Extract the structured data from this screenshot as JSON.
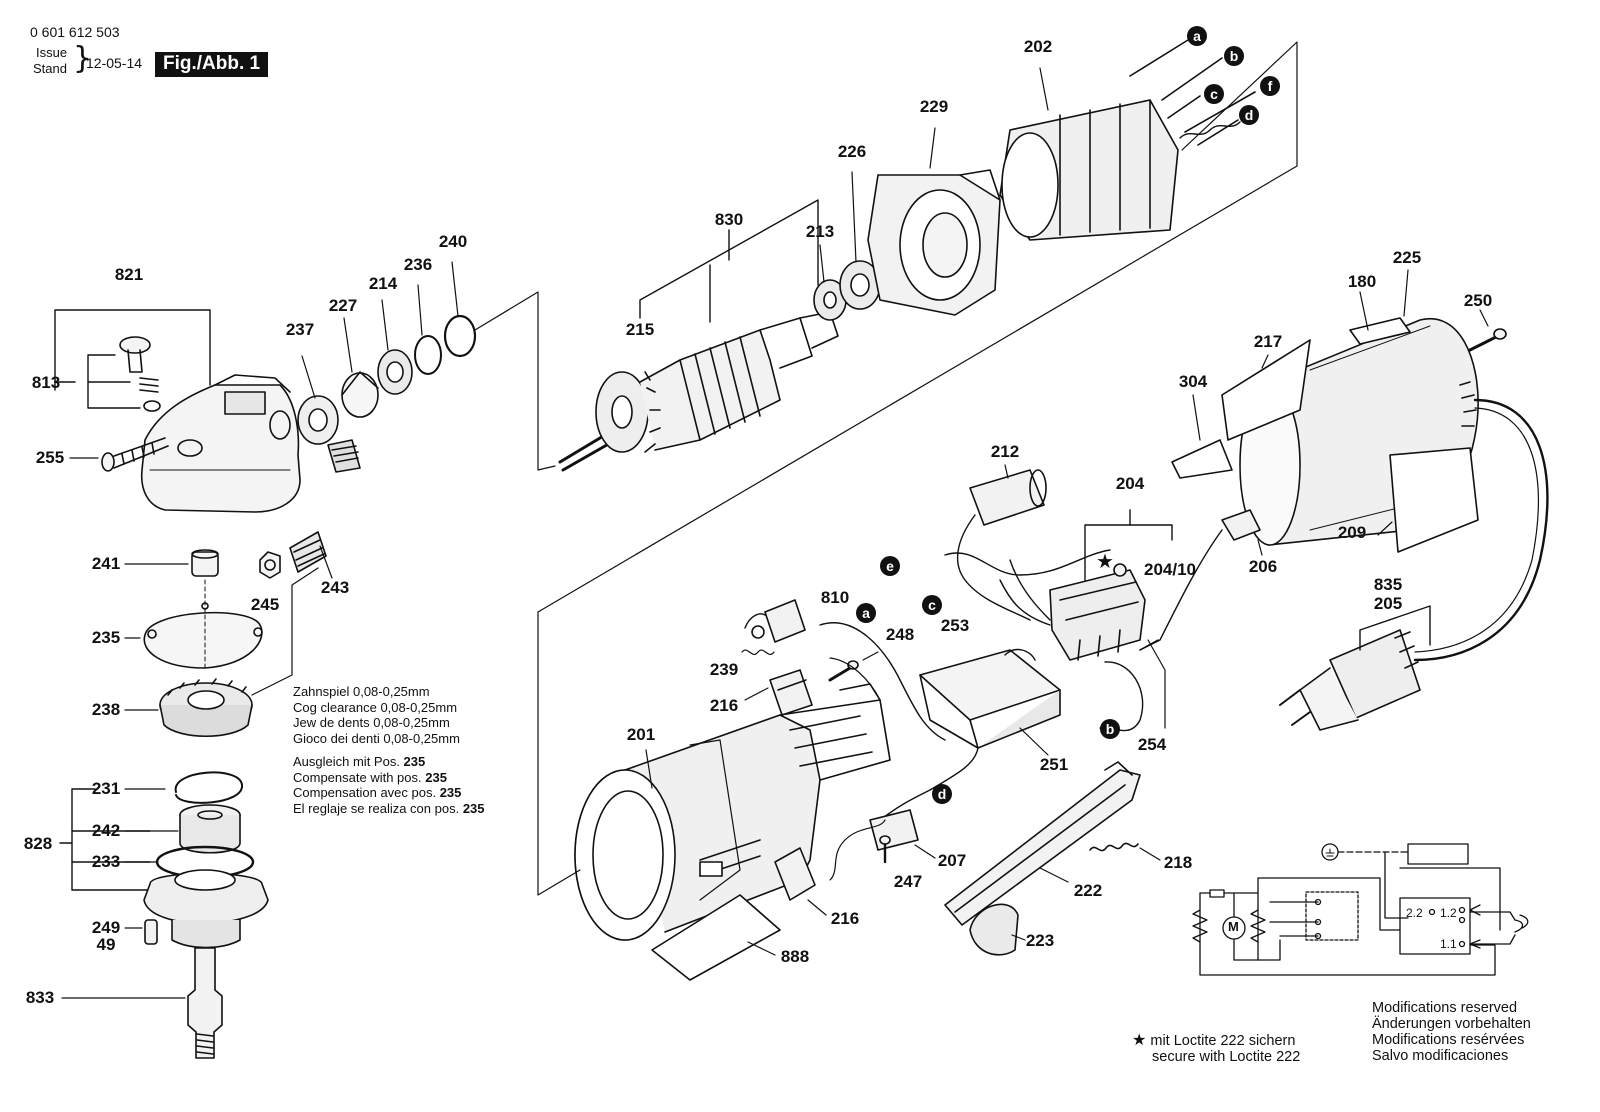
{
  "header": {
    "doc_number": "0 601 612 503",
    "issue_label_1": "Issue",
    "issue_label_2": "Stand",
    "issue_date": "12-05-14",
    "figure_label": "Fig./Abb. 1"
  },
  "parts": [
    {
      "id": "p821",
      "label": "821"
    },
    {
      "id": "p813",
      "label": "813"
    },
    {
      "id": "p255",
      "label": "255"
    },
    {
      "id": "p237",
      "label": "237"
    },
    {
      "id": "p227",
      "label": "227"
    },
    {
      "id": "p214",
      "label": "214"
    },
    {
      "id": "p236",
      "label": "236"
    },
    {
      "id": "p240",
      "label": "240"
    },
    {
      "id": "p241",
      "label": "241"
    },
    {
      "id": "p245",
      "label": "245"
    },
    {
      "id": "p243",
      "label": "243"
    },
    {
      "id": "p235",
      "label": "235"
    },
    {
      "id": "p238",
      "label": "238"
    },
    {
      "id": "p231",
      "label": "231"
    },
    {
      "id": "p242",
      "label": "242"
    },
    {
      "id": "p828",
      "label": "828"
    },
    {
      "id": "p233",
      "label": "233"
    },
    {
      "id": "p249",
      "label": "249"
    },
    {
      "id": "p49",
      "label": "49"
    },
    {
      "id": "p833",
      "label": "833"
    },
    {
      "id": "p830",
      "label": "830"
    },
    {
      "id": "p213",
      "label": "213"
    },
    {
      "id": "p215",
      "label": "215"
    },
    {
      "id": "p226",
      "label": "226"
    },
    {
      "id": "p229",
      "label": "229"
    },
    {
      "id": "p202",
      "label": "202"
    },
    {
      "id": "p225",
      "label": "225"
    },
    {
      "id": "p180",
      "label": "180"
    },
    {
      "id": "p250",
      "label": "250"
    },
    {
      "id": "p217",
      "label": "217"
    },
    {
      "id": "p304",
      "label": "304"
    },
    {
      "id": "p212",
      "label": "212"
    },
    {
      "id": "p204",
      "label": "204"
    },
    {
      "id": "p20410",
      "label": "204/10"
    },
    {
      "id": "p206",
      "label": "206"
    },
    {
      "id": "p209",
      "label": "209"
    },
    {
      "id": "p253",
      "label": "253"
    },
    {
      "id": "p810",
      "label": "810"
    },
    {
      "id": "p248",
      "label": "248"
    },
    {
      "id": "p239",
      "label": "239"
    },
    {
      "id": "p216a",
      "label": "216"
    },
    {
      "id": "p201",
      "label": "201"
    },
    {
      "id": "p251",
      "label": "251"
    },
    {
      "id": "p254",
      "label": "254"
    },
    {
      "id": "p835",
      "label": "835"
    },
    {
      "id": "p205",
      "label": "205"
    },
    {
      "id": "p207",
      "label": "207"
    },
    {
      "id": "p247",
      "label": "247"
    },
    {
      "id": "p218",
      "label": "218"
    },
    {
      "id": "p222",
      "label": "222"
    },
    {
      "id": "p216b",
      "label": "216"
    },
    {
      "id": "p223",
      "label": "223"
    },
    {
      "id": "p888",
      "label": "888"
    }
  ],
  "wire_letters": [
    {
      "id": "la1",
      "label": "a"
    },
    {
      "id": "lb1",
      "label": "b"
    },
    {
      "id": "lc1",
      "label": "c"
    },
    {
      "id": "lf1",
      "label": "f"
    },
    {
      "id": "ld1",
      "label": "d"
    },
    {
      "id": "le2",
      "label": "e"
    },
    {
      "id": "lc2",
      "label": "c"
    },
    {
      "id": "la2",
      "label": "a"
    },
    {
      "id": "lb2",
      "label": "b"
    },
    {
      "id": "ld2",
      "label": "d"
    }
  ],
  "notes": {
    "backlash": [
      "Zahnspiel 0,08-0,25mm",
      "Cog clearance 0,08-0,25mm",
      "Jew de dents 0,08-0,25mm",
      "Gioco dei denti 0,08-0,25mm"
    ],
    "compensate_text": [
      "Ausgleich mit Pos. ",
      "Compensate with pos. ",
      "Compensation avec pos. ",
      "El reglaje se realiza con pos. "
    ],
    "compensate_pos": "235"
  },
  "schematic": {
    "motor_label": "M",
    "label_22": "2.2",
    "label_12": "1.2",
    "label_11": "1.1"
  },
  "footer": {
    "star": "★",
    "loctite_de": "mit Loctite 222 sichern",
    "loctite_en": "secure with Loctite 222",
    "modifications": [
      "Modifications reserved",
      "Änderungen vorbehalten",
      "Modifications resérvées",
      "Salvo modificaciones"
    ]
  },
  "colors": {
    "ink": "#111111",
    "paper": "#ffffff",
    "part_fill": "#f2f2f2",
    "part_shade": "#d0d0d0"
  }
}
